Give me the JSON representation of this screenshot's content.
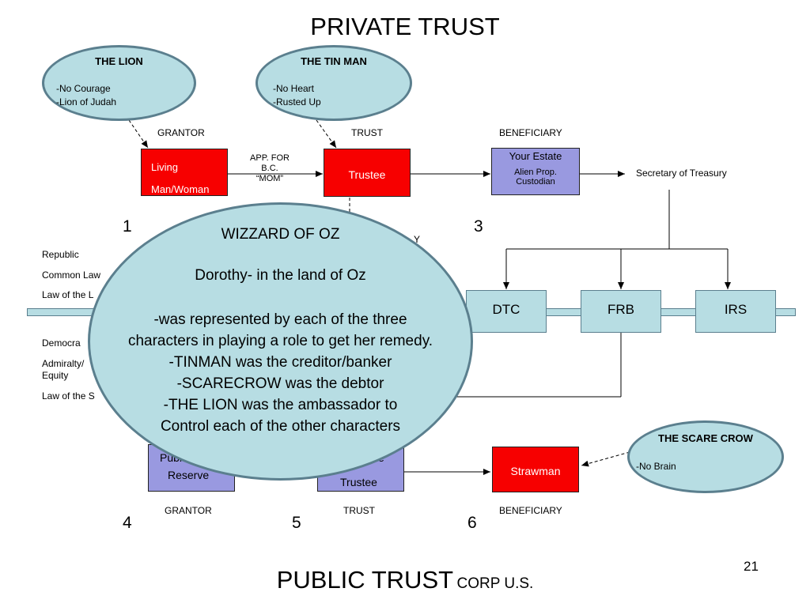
{
  "title": "PRIVATE TRUST",
  "footer": {
    "main": "PUBLIC TRUST",
    "suffix": "CORP U.S.",
    "page_number": "21"
  },
  "top_ovals": {
    "lion": {
      "title": "THE LION",
      "lines": [
        "-No Courage",
        "-Lion of Judah"
      ]
    },
    "tinman": {
      "title": "THE TIN MAN",
      "lines": [
        "-No Heart",
        "-Rusted Up"
      ]
    }
  },
  "private_row": {
    "grantor_label": "GRANTOR",
    "trust_label": "TRUST",
    "beneficiary_label": "BENEFICIARY",
    "living_box": [
      "Living",
      "Man/Woman"
    ],
    "app_text": [
      "APP. FOR",
      "B.C.",
      "“MOM”"
    ],
    "trustee_box": "Trustee",
    "estate_box": [
      "Your Estate",
      "Alien Prop.",
      "Custodian"
    ],
    "secretary": "Secretary of Treasury",
    "num1": "1",
    "num3": "3"
  },
  "partial_text": {
    "hidden_tail": "Y"
  },
  "left_column_upper": [
    "Republic",
    "Common Law",
    "Law of the L"
  ],
  "left_column_lower": [
    "Democra",
    "Admiralty/",
    "Equity",
    "Law of the S"
  ],
  "agencies": [
    "DTC",
    "FRB",
    "IRS"
  ],
  "wizard": {
    "heading": "WIZZARD OF OZ",
    "subheading": "Dorothy- in the land of Oz",
    "body": [
      "-was represented by each of the three",
      "characters in playing a role to get her remedy.",
      "-TINMAN was the creditor/banker",
      "-SCARECROW was the debtor",
      "-THE LION was the ambassador to",
      "Control  each of the other characters"
    ]
  },
  "scarecrow": {
    "title": "THE SCARE CROW",
    "lines": [
      "-No Brain"
    ]
  },
  "public_row": {
    "reserve_box": [
      "Publ",
      "Reserve"
    ],
    "trustee_box": [
      "e",
      "Trustee"
    ],
    "strawman_box": "Strawman",
    "grantor_label": "GRANTOR",
    "trust_label": "TRUST",
    "beneficiary_label": "BENEFICIARY",
    "num4": "4",
    "num5": "5",
    "num6": "6"
  },
  "colors": {
    "red": "#f70000",
    "purple": "#9999e0",
    "light_blue": "#b7dde3",
    "oval_border": "#5b7f8e"
  }
}
